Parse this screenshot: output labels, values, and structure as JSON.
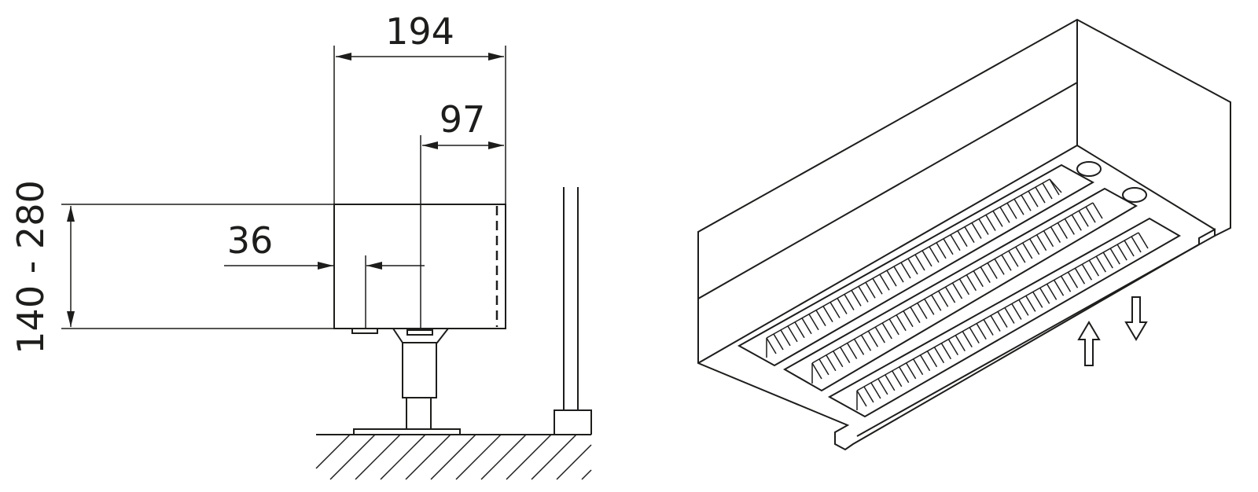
{
  "dimensions": {
    "width_total": "194",
    "width_half": "97",
    "offset": "36",
    "height_range": "140 - 280"
  },
  "colors": {
    "line": "#1d1d1b",
    "background": "#ffffff"
  },
  "icons": {
    "air_in": "arrow-up-icon",
    "air_out": "arrow-down-icon"
  }
}
